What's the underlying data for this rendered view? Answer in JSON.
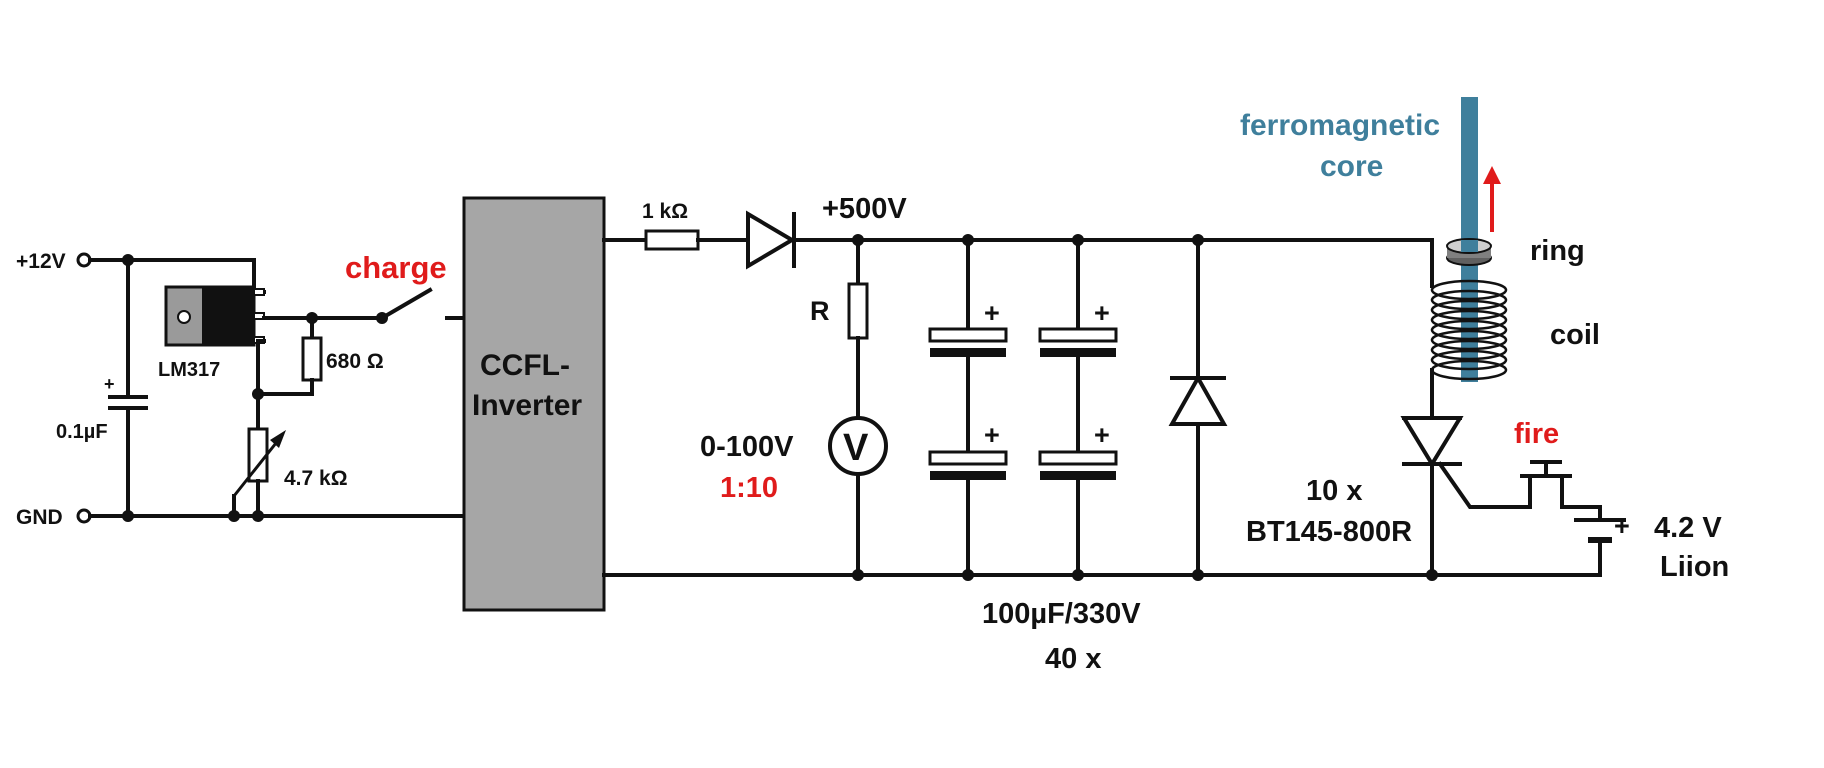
{
  "colors": {
    "wire": "#111111",
    "accent_red": "#e01b1b",
    "core_blue": "#3f7f9c",
    "inverter_fill": "#a6a6a6",
    "regulator_fill": "#9a9a9a"
  },
  "terminals": {
    "vin": "+12V",
    "gnd": "GND"
  },
  "input": {
    "cap_polarity": "+",
    "cap_value": "0.1µF",
    "regulator": "LM317",
    "r_fixed": "680 Ω",
    "r_var": "4.7 kΩ"
  },
  "switch": {
    "label": "charge"
  },
  "inverter": {
    "line1": "CCFL-",
    "line2": "Inverter"
  },
  "hv": {
    "series_r": "1 kΩ",
    "rail": "+500V"
  },
  "meter": {
    "r_label": "R",
    "symbol": "V",
    "range": "0-100V",
    "ratio": "1:10"
  },
  "capacitors": {
    "plus": "+",
    "value": "100µF/330V",
    "count": "40 x"
  },
  "coilgun": {
    "core": [
      "ferromagnetic",
      "core"
    ],
    "ring": "ring",
    "coil": "coil",
    "fire": "fire",
    "scr_count": "10 x",
    "scr_part": "BT145-800R",
    "battery_plus": "+",
    "battery_v": "4.2 V",
    "battery_type": "Liion"
  }
}
